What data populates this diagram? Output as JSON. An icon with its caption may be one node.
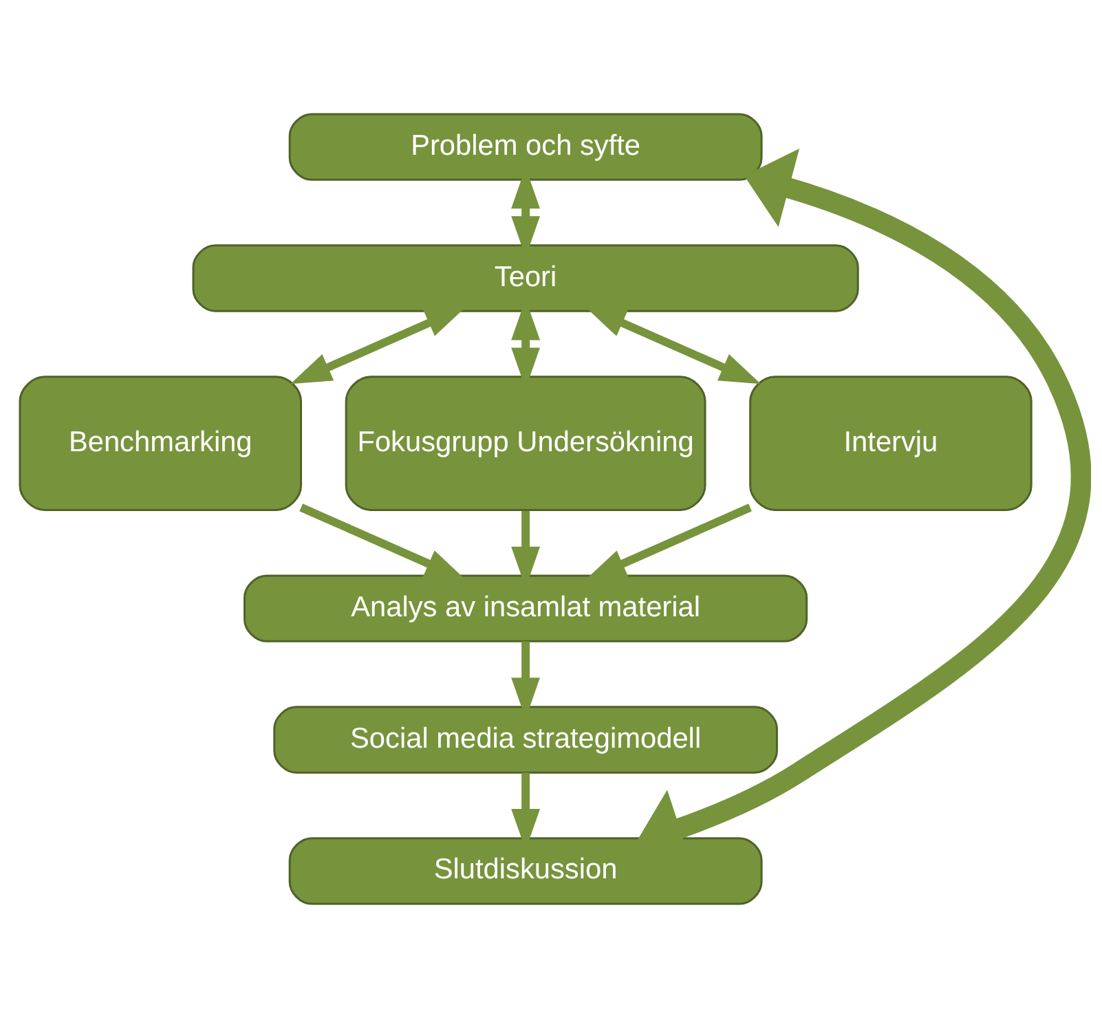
{
  "diagram": {
    "nodes": [
      {
        "text": [
          "Problem och syfte"
        ]
      },
      {
        "text": [
          "Teori"
        ]
      },
      {
        "text": [
          "Benchmarking"
        ]
      },
      {
        "text": [
          "Fokusgrupp Undersökning"
        ]
      },
      {
        "text": [
          "Intervju"
        ]
      },
      {
        "text": [
          "Analys av insamlat material"
        ]
      },
      {
        "text": [
          "Social media strategimodell"
        ]
      },
      {
        "text": [
          "Slutdiskussion"
        ]
      }
    ],
    "edges": [
      {
        "from": 0,
        "to": 1,
        "arrow": "both"
      },
      {
        "from": 1,
        "to": 2,
        "arrow": "both"
      },
      {
        "from": 1,
        "to": 3,
        "arrow": "both"
      },
      {
        "from": 1,
        "to": 4,
        "arrow": "both"
      },
      {
        "from": 2,
        "to": 5,
        "arrow": "to"
      },
      {
        "from": 3,
        "to": 5,
        "arrow": "to"
      },
      {
        "from": 4,
        "to": 5,
        "arrow": "to"
      },
      {
        "from": 5,
        "to": 6,
        "arrow": "to"
      },
      {
        "from": 6,
        "to": 7,
        "arrow": "to"
      },
      {
        "from": 0,
        "to": 7,
        "arrow": "both",
        "style": "thick"
      }
    ]
  }
}
